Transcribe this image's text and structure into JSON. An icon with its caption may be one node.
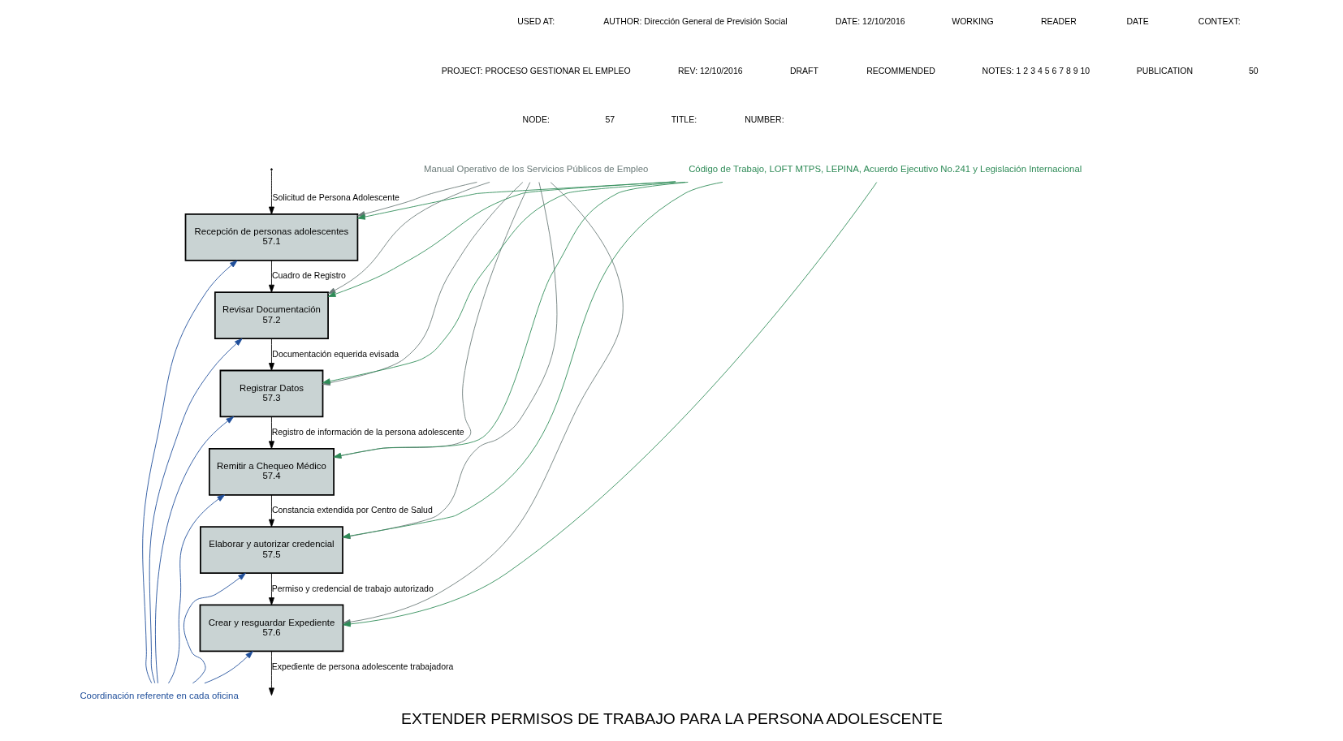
{
  "diagram": {
    "title": "EXTENDER PERMISOS DE TRABAJO PARA LA PERSONA ADOLESCENTE",
    "nodes": [
      {
        "text": [
          "Recepción de personas adolescentes",
          "57.1"
        ]
      },
      {
        "text": [
          "Revisar Documentación",
          "57.2"
        ]
      },
      {
        "text": [
          "Registrar Datos",
          "57.3"
        ]
      },
      {
        "text": [
          "Remitir a Chequeo Médico",
          "57.4"
        ]
      },
      {
        "text": [
          "Elaborar y autorizar credencial",
          "57.5"
        ]
      },
      {
        "text": [
          "Crear y resguardar Expediente",
          "57.6"
        ]
      },
      {
        "text": [
          "Manual Operativo de los Servicios Públicos de Empleo"
        ]
      },
      {
        "text": [
          "Código de Trabajo, LOFT MTPS, LEPINA, Acuerdo Ejecutivo No.241 y Legislación Internacional"
        ]
      },
      {
        "text": [
          "Coordinación referente en cada oficina"
        ]
      }
    ],
    "edges": [
      {
        "from": null,
        "to": 0,
        "arrow": "to",
        "label": "Solicitud de Persona Adolescente"
      },
      {
        "from": 0,
        "to": 1,
        "arrow": "to",
        "label": "Cuadro de Registro"
      },
      {
        "from": 1,
        "to": 2,
        "arrow": "to",
        "label": "Documentación equerida evisada"
      },
      {
        "from": 2,
        "to": 3,
        "arrow": "to",
        "label": "Registro de información de la persona adolescente"
      },
      {
        "from": 3,
        "to": 4,
        "arrow": "to",
        "label": "Constancia extendida por Centro de Salud"
      },
      {
        "from": 4,
        "to": 5,
        "arrow": "to",
        "label": "Permiso y credencial de trabajo autorizado"
      },
      {
        "from": 5,
        "to": null,
        "arrow": "to",
        "label": "Expediente de persona adolescente trabajadora"
      },
      {
        "from": 6,
        "to": 0,
        "arrow": "to",
        "color": "#6a7a78"
      },
      {
        "from": 6,
        "to": 1,
        "arrow": "to",
        "color": "#6a7a78"
      },
      {
        "from": 6,
        "to": 2,
        "arrow": "to",
        "color": "#6a7a78"
      },
      {
        "from": 6,
        "to": 3,
        "arrow": "to",
        "color": "#6a7a78"
      },
      {
        "from": 6,
        "to": 4,
        "arrow": "to",
        "color": "#6a7a78"
      },
      {
        "from": 6,
        "to": 5,
        "arrow": "to",
        "color": "#6a7a78"
      },
      {
        "from": 7,
        "to": 0,
        "arrow": "to",
        "color": "#2e8b57"
      },
      {
        "from": 7,
        "to": 1,
        "arrow": "to",
        "color": "#2e8b57"
      },
      {
        "from": 7,
        "to": 2,
        "arrow": "to",
        "color": "#2e8b57"
      },
      {
        "from": 7,
        "to": 3,
        "arrow": "to",
        "color": "#2e8b57"
      },
      {
        "from": 7,
        "to": 4,
        "arrow": "to",
        "color": "#2e8b57"
      },
      {
        "from": 7,
        "to": 5,
        "arrow": "to",
        "color": "#2e8b57"
      },
      {
        "from": 8,
        "to": 0,
        "arrow": "to",
        "color": "#1f4e9a"
      },
      {
        "from": 8,
        "to": 1,
        "arrow": "to",
        "color": "#1f4e9a"
      },
      {
        "from": 8,
        "to": 2,
        "arrow": "to",
        "color": "#1f4e9a"
      },
      {
        "from": 8,
        "to": 3,
        "arrow": "to",
        "color": "#1f4e9a"
      },
      {
        "from": 8,
        "to": 4,
        "arrow": "to",
        "color": "#1f4e9a"
      },
      {
        "from": 8,
        "to": 5,
        "arrow": "to",
        "color": "#1f4e9a"
      }
    ],
    "labels": [
      "USED AT:",
      "AUTHOR: Dirección General de Previsión Social",
      "DATE: 12/10/2016",
      "WORKING",
      "READER",
      "DATE",
      "CONTEXT:",
      "PROJECT: PROCESO GESTIONAR EL EMPLEO",
      "REV: 12/10/2016",
      "DRAFT",
      "RECOMMENDED",
      "NOTES: 1 2 3 4 5 6 7 8 9 10",
      "PUBLICATION",
      "50",
      "NODE:",
      "57",
      "TITLE:",
      "NUMBER:"
    ]
  }
}
